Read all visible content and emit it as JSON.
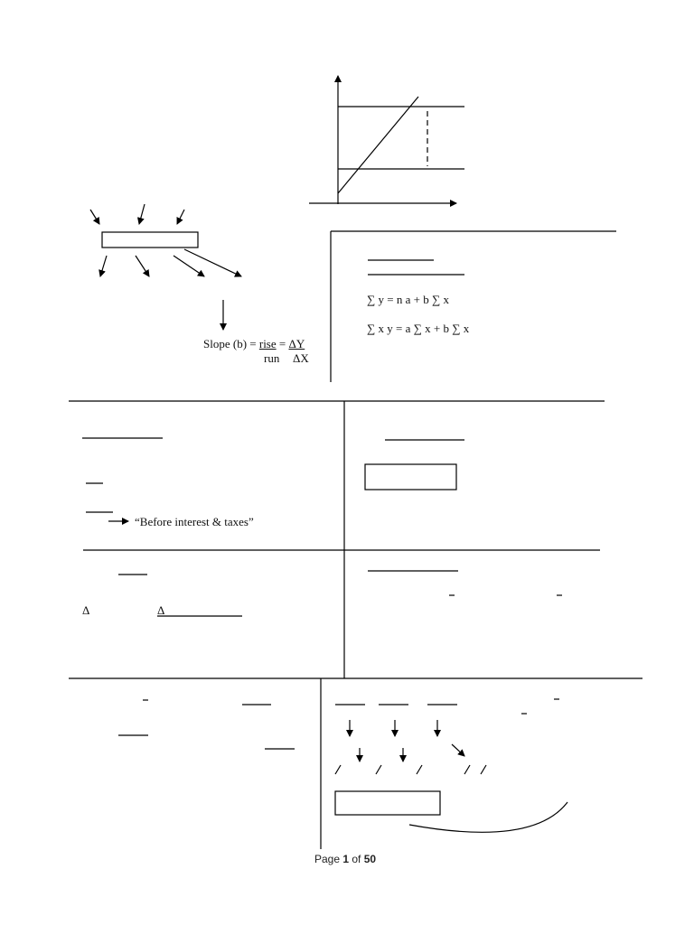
{
  "slope": {
    "prefix": "Slope (b) = ",
    "rise": "rise",
    "run": "run",
    "equals": " = ",
    "delta_y": "ΔY",
    "delta_x": "ΔX"
  },
  "normal_equations": {
    "eq1": "∑ y = n a + b ∑ x",
    "eq2": "∑ x y = a ∑ x + b ∑ x"
  },
  "ebit_note": "“Before interest & taxes”",
  "delta_symbol_1": "Δ",
  "delta_symbol_2": "Δ",
  "footer": {
    "page_word": "Page ",
    "current": "1",
    "of_word": " of ",
    "total": "50"
  }
}
